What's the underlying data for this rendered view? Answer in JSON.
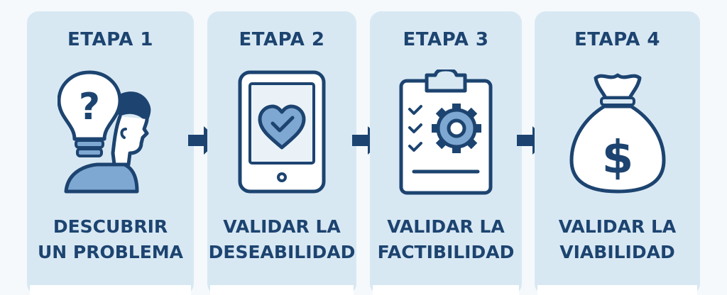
{
  "colors": {
    "background": "#f5f9fc",
    "card": "#d8e8f3",
    "ink": "#1d4470",
    "accent_fill": "#7ea7d1",
    "panel_fill": "#eaf2f8"
  },
  "stages": [
    {
      "label": "ETAPA 1",
      "title_lines": [
        "DESCUBRIR",
        "UN PROBLEMA"
      ],
      "icon": "person-question-lightbulb-icon"
    },
    {
      "label": "ETAPA 2",
      "title_lines": [
        "VALIDAR LA",
        "DESEABILIDAD"
      ],
      "icon": "tablet-heart-check-icon"
    },
    {
      "label": "ETAPA 3",
      "title_lines": [
        "VALIDAR LA",
        "FACTIBILIDAD"
      ],
      "icon": "clipboard-gear-checklist-icon"
    },
    {
      "label": "ETAPA 4",
      "title_lines": [
        "VALIDAR LA",
        "VIABILIDAD"
      ],
      "icon": "money-bag-dollar-icon"
    }
  ],
  "connectors": [
    "arrow-right-icon",
    "arrow-right-icon",
    "arrow-right-icon"
  ]
}
